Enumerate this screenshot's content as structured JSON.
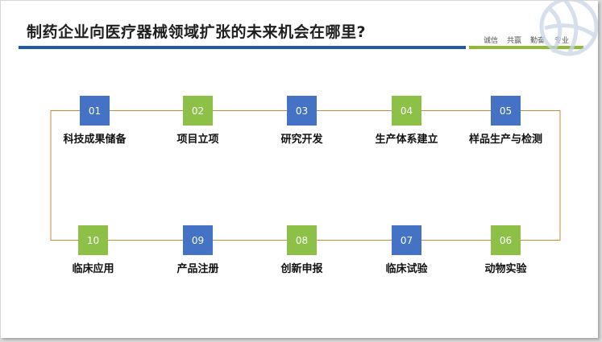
{
  "title": "制药企业向医疗器械领域扩张的未来机会在哪里?",
  "taglines": [
    "诚信",
    "共赢",
    "勤奋",
    "专业"
  ],
  "colors": {
    "primary_blue": "#4472c4",
    "primary_green": "#8dc047",
    "rule_blue": "#1f5aa6",
    "rule_green": "#8dbb34",
    "connector": "#c8883a"
  },
  "steps": [
    {
      "number": "01",
      "label": "科技成果储备",
      "color": "blue"
    },
    {
      "number": "02",
      "label": "项目立项",
      "color": "green"
    },
    {
      "number": "03",
      "label": "研究开发",
      "color": "blue"
    },
    {
      "number": "04",
      "label": "生产体系建立",
      "color": "green"
    },
    {
      "number": "05",
      "label": "样品生产与检测",
      "color": "blue"
    },
    {
      "number": "06",
      "label": "动物实验",
      "color": "green"
    },
    {
      "number": "07",
      "label": "临床试验",
      "color": "blue"
    },
    {
      "number": "08",
      "label": "创新申报",
      "color": "green"
    },
    {
      "number": "09",
      "label": "产品注册",
      "color": "blue"
    },
    {
      "number": "10",
      "label": "临床应用",
      "color": "green"
    }
  ]
}
